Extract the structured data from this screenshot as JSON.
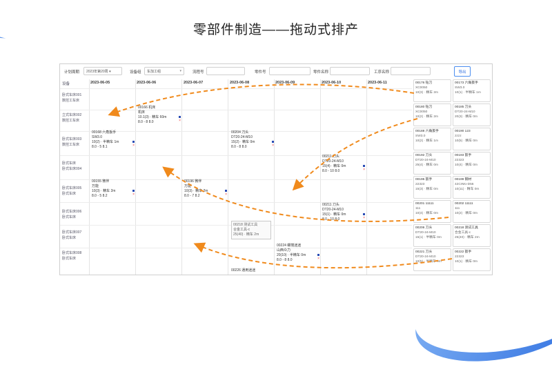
{
  "slide_title": "零部件制造——拖动式排产",
  "filters": {
    "plan_cycle_label": "计划周期",
    "plan_cycle_value": "2023年第20周 ▾",
    "device_label": "设备组",
    "device_value": "车加工组",
    "process_label": "流程号",
    "part_no_label": "零件号",
    "part_name_label": "零件名称",
    "process_name_label": "工序名称",
    "export_label": "导出"
  },
  "grid": {
    "device_header": "设备",
    "dates": [
      "2023-06-05",
      "2023-06-06",
      "2023-06-07",
      "2023-06-08",
      "2023-06-09",
      "2023-06-10",
      "2023-06-11"
    ]
  },
  "rows": [
    {
      "l1": "卧式车床001",
      "l2": "数控工车床"
    },
    {
      "l1": "立式车床002",
      "l2": "数控工车床"
    },
    {
      "l1": "卧式车床003",
      "l2": "数控工车床"
    },
    {
      "l1": "卧式车床",
      "l2": "卧式车床004"
    },
    {
      "l1": "卧式车床005",
      "l2": "卧式车床"
    },
    {
      "l1": "卧式车床006",
      "l2": "卧式车床"
    },
    {
      "l1": "卧式车床007",
      "l2": "卧式车床"
    },
    {
      "l1": "卧式车床008",
      "l2": "卧式车床"
    }
  ],
  "tasks": [
    {
      "title": "00166 机床",
      "l2": "机床",
      "l3": "10.1(3) · 精车 60m",
      "l4": "8.0 - 8 8.0"
    },
    {
      "title": "00168 六角扳手",
      "l2": "SW3.0",
      "l3": "10(2) · 半精车 1m",
      "l4": "8.0 - 5 8.1"
    },
    {
      "title": "00204 刀头",
      "l2": "DT20-24-M10",
      "l3": "15(2) · 精车 0m",
      "l4": "8.0 - 8 8.0"
    },
    {
      "title": "00211 刀头",
      "l2": "DT20-24-M10",
      "l3": "15(4) · 精车 0m",
      "l4": "8.0 - 10 8.0"
    },
    {
      "title": "00155 微伴",
      "l2": "万能",
      "l3": "10(3) · 精车 2m",
      "l4": "8.0 - 5 8.2"
    },
    {
      "title": "00196 微伴",
      "l2": "万能",
      "l3": "10(3) · 精车 2m",
      "l4": "8.0 - 7 8.2"
    },
    {
      "title": "00211 刀头",
      "l2": "DT20-24-M10",
      "l3": "15(1) · 精车 0m",
      "l4": "8.0 - 10 8.0"
    },
    {
      "title": "00218 测试工具",
      "l2": "合金工具-c",
      "l3": "25(40) · 精车 2m",
      "l4": ""
    },
    {
      "title": "00224 螺丽迷迷",
      "l2": "山西众力",
      "l3": "20(10) · 半精车 0m",
      "l4": "8.0 - 8 8.0"
    },
    {
      "title": "00226 通用迷迷",
      "l2": "",
      "l3": "",
      "l4": ""
    }
  ],
  "pool": [
    {
      "a": "00176 钻刀",
      "b": "XC0050",
      "c": "10(3) · 精车 2m"
    },
    {
      "a": "00173 六角扳手",
      "b": "SW3.0",
      "c": "10(1) · 半精车 1m"
    },
    {
      "a": "00180 钻刀",
      "b": "XC0050",
      "c": "10(2) · 精车 2m"
    },
    {
      "a": "00185 刀头",
      "b": "DT20-24-M10",
      "c": "20(3) · 精车 0m"
    },
    {
      "a": "00188 六角扳手",
      "b": "SW3.0",
      "c": "10(2) · 精车 1m"
    },
    {
      "a": "00190 123",
      "b": "zzzz",
      "c": "10(5) · 精车 0m"
    },
    {
      "a": "00192 刀头",
      "b": "DT20-24-M10",
      "c": "25(4) · 精车 0m"
    },
    {
      "a": "00193 扳手",
      "b": "22323",
      "c": "10(4) · 精车 0m"
    },
    {
      "a": "00195 扳手",
      "b": "22323",
      "c": "15(3) · 精车 0m"
    },
    {
      "a": "00199 钢材",
      "b": "42CrMo-D56",
      "c": "10(11) · 精车 0m"
    },
    {
      "a": "00201 11111",
      "b": "111",
      "c": "10(4) · 精车 0m"
    },
    {
      "a": "00202 11111",
      "b": "111",
      "c": "10(2) · 精车 0m"
    },
    {
      "a": "00206 刀头",
      "b": "DT20-24-M10",
      "c": "15(1) · 半精车 0m"
    },
    {
      "a": "00218 测试工具",
      "b": "合金工具-c",
      "c": "25(40) · 精车 2m"
    },
    {
      "a": "00221 刀头",
      "b": "DT20-24-M10",
      "c": "10(5) · 半精车 0m"
    },
    {
      "a": "00222 扳手",
      "b": "22323",
      "c": "10(1) · 精车 0m"
    }
  ],
  "colors": {
    "accent": "#2f6fe0",
    "arrow": "#f08a1c"
  }
}
